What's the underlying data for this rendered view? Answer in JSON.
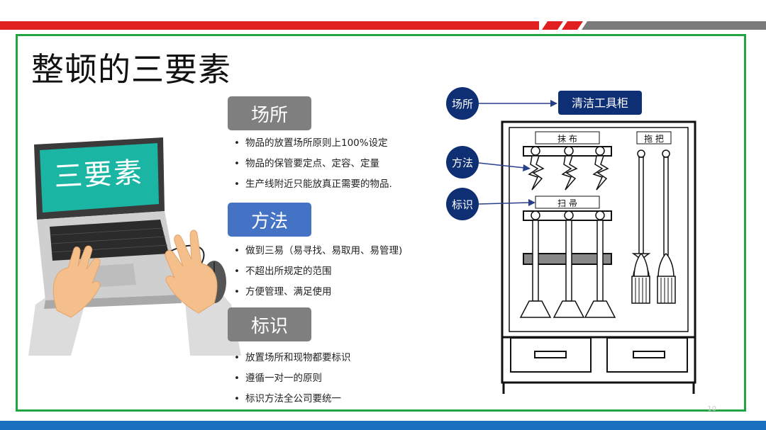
{
  "slide": {
    "title": "整顿的三要素",
    "page_number": "10",
    "colors": {
      "accent_red": "#e02020",
      "frame_green": "#22a443",
      "bottom_blue": "#1a6fbe",
      "label_gray": "#7f7f7f",
      "label_blue": "#4472c4",
      "node_navy": "#0f2f75"
    }
  },
  "laptop": {
    "screen_text": "三要素"
  },
  "sections": [
    {
      "label": "场所",
      "bullets": [
        "物品的放置场所原则上100%设定",
        "物品的保管要定点、定容、定量",
        "生产线附近只能放真正需要的物品."
      ]
    },
    {
      "label": "方法",
      "bullets": [
        "做到三易（易寻找、易取用、易管理)",
        "不超出所规定的范围",
        "方便管理、满足使用"
      ]
    },
    {
      "label": "标识",
      "bullets": [
        "放置场所和现物都要标识",
        "遵循一对一的原则",
        "标识方法全公司要统一"
      ]
    }
  ],
  "cabinet_diagram": {
    "nodes": [
      "场所",
      "方法",
      "标识"
    ],
    "target_label": "清洁工具柜",
    "shelf_labels": {
      "rags": "抹 布",
      "mops": "拖 把",
      "brooms": "扫 帚"
    }
  }
}
